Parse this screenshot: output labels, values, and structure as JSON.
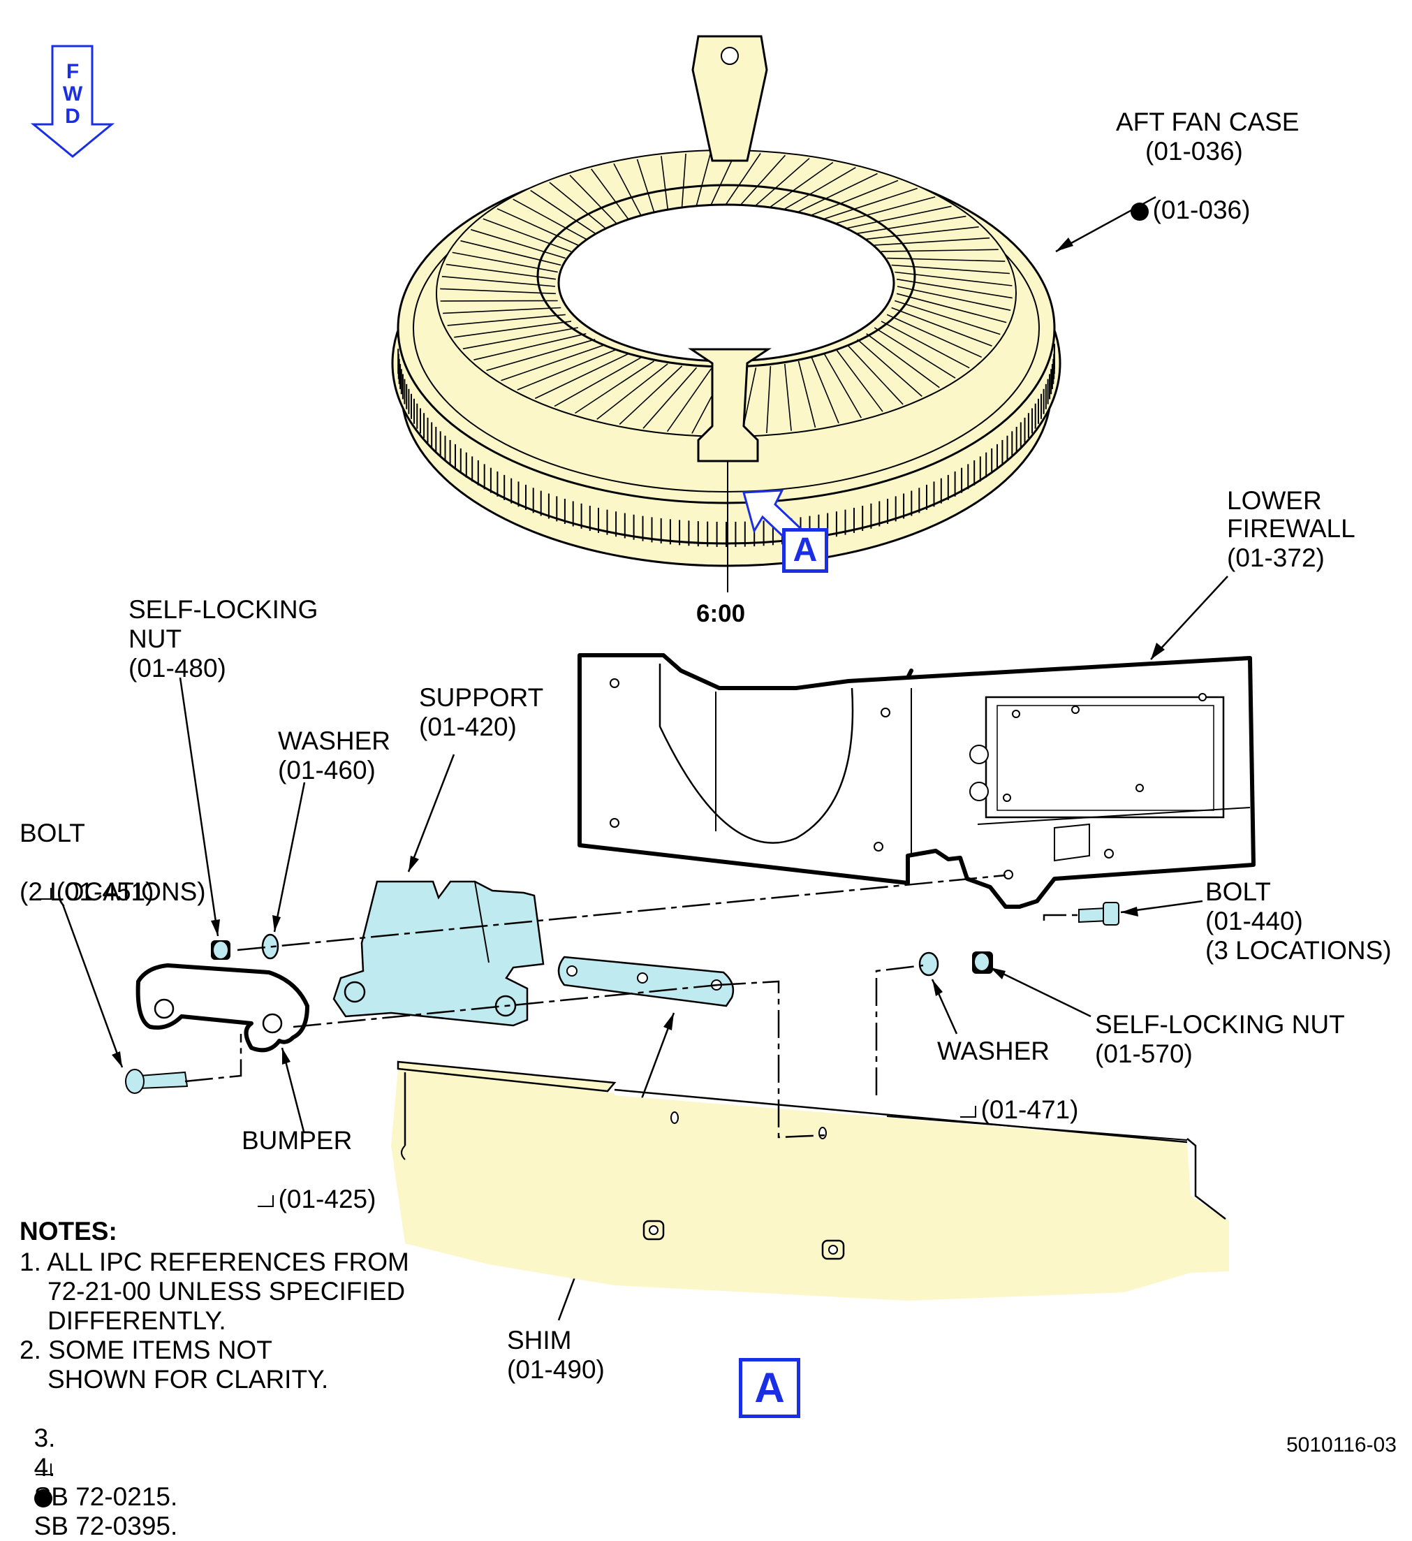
{
  "fwd_letters": [
    "F",
    "W",
    "D"
  ],
  "detail_marker": "A",
  "clock_position": "6:00",
  "drawing_number": "5010116-03",
  "labels": {
    "aft_fan_case": {
      "name": "AFT FAN CASE",
      "ref1": "(01-036)",
      "ref2": "(01-036)"
    },
    "lower_firewall": {
      "line1": "LOWER",
      "line2": "FIREWALL",
      "ref": "(01-372)"
    },
    "self_locking_nut_480": {
      "line1": "SELF-LOCKING",
      "line2": "NUT",
      "ref": "(01-480)"
    },
    "support": {
      "name": "SUPPORT",
      "ref": "(01-420)"
    },
    "washer_460": {
      "name": "WASHER",
      "ref": "(01-460)"
    },
    "bolt_451": {
      "name": "BOLT",
      "ref": "(01-451)",
      "qty": "(2 LOCATIONS)"
    },
    "bolt_440": {
      "name": "BOLT",
      "ref": "(01-440)",
      "qty": "(3 LOCATIONS)"
    },
    "self_locking_nut_570": {
      "name": "SELF-LOCKING NUT",
      "ref": "(01-570)"
    },
    "washer_471": {
      "name": "WASHER",
      "ref": "(01-471)"
    },
    "bumper": {
      "name": "BUMPER",
      "ref": "(01-425)"
    },
    "shim": {
      "name": "SHIM",
      "ref": "(01-490)"
    }
  },
  "notes": {
    "title": "NOTES:",
    "n1_l1": "1. ALL IPC REFERENCES FROM",
    "n1_l2": "72-21-00 UNLESS SPECIFIED",
    "n1_l3": "DIFFERENTLY.",
    "n2_l1": "2. SOME ITEMS NOT",
    "n2_l2": "SHOWN FOR CLARITY.",
    "n3_num": "3.",
    "n3_text": "SB 72-0215.",
    "n4_num": "4.",
    "n4_text": "SB 72-0395."
  },
  "colors": {
    "part_fill": "#fbf7c8",
    "highlight_fill": "#bfeaf0",
    "accent_blue": "#1a2ee6",
    "line": "#000000"
  }
}
